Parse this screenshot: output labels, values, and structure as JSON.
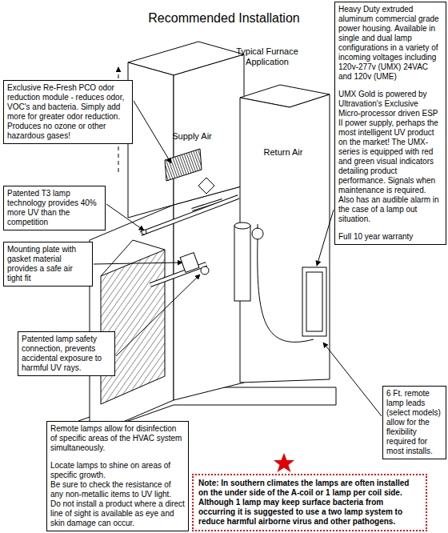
{
  "diagram": {
    "title": "Recommended Installation",
    "nodes": [
      {
        "text": [
          "Exclusive Re-Fresh PCO odor reduction module - reduces odor, VOC's and bacteria. Simply add more for greater odor reduction. Produces no ozone or other hazardous gases!"
        ]
      },
      {
        "text": [
          "Patented T3 lamp technology provides 40% more UV than the competition"
        ]
      },
      {
        "text": [
          "Mounting plate with gasket material provides a safe air tight fit"
        ]
      },
      {
        "text": [
          "Patented lamp safety connection, prevents accidental exposure to harmful UV rays."
        ]
      },
      {
        "text": [
          "Heavy Duty extruded aluminum commercial grade power housing. Available in single and dual lamp configurations in a variety of incoming voltages including 120v-277v (UMX) 24VAC and 120v (UME)",
          "UMX Gold is powered by Ultravation's Exclusive Micro-processor driven ESP II power supply, perhaps the most intelligent UV product on the market! The UMX-series is equipped with red and green visual indicators detailing product performance. Signals when maintenance is required. Also has an audible alarm in the case of a lamp out situation.",
          "Full 10 year warranty"
        ]
      },
      {
        "text": [
          "6 Ft. remote lamp leads (select models) allow for the flexibility required for most installs."
        ]
      },
      {
        "text": [
          "Remote lamps allow for disinfection of specific areas of the HVAC system simultaneously.",
          "Locate lamps to shine on areas of specific growth.",
          "Be sure to check the resistance of any non-metallic items to UV light.",
          "Do not install a product where a direct line of sight is available as eye and skin damage can occur."
        ]
      },
      {
        "text": [
          "Note: In southern climates the lamps are often installed on the under side of the A-coil or 1 lamp per coil side. Although 1 lamp may keep surface bacteria from occurring it is suggested to use a two lamp system to reduce harmful airborne virus and other pathogens."
        ]
      }
    ],
    "labels": [
      "Typical Furnace Application",
      "Supply Air",
      "Return Air"
    ]
  }
}
